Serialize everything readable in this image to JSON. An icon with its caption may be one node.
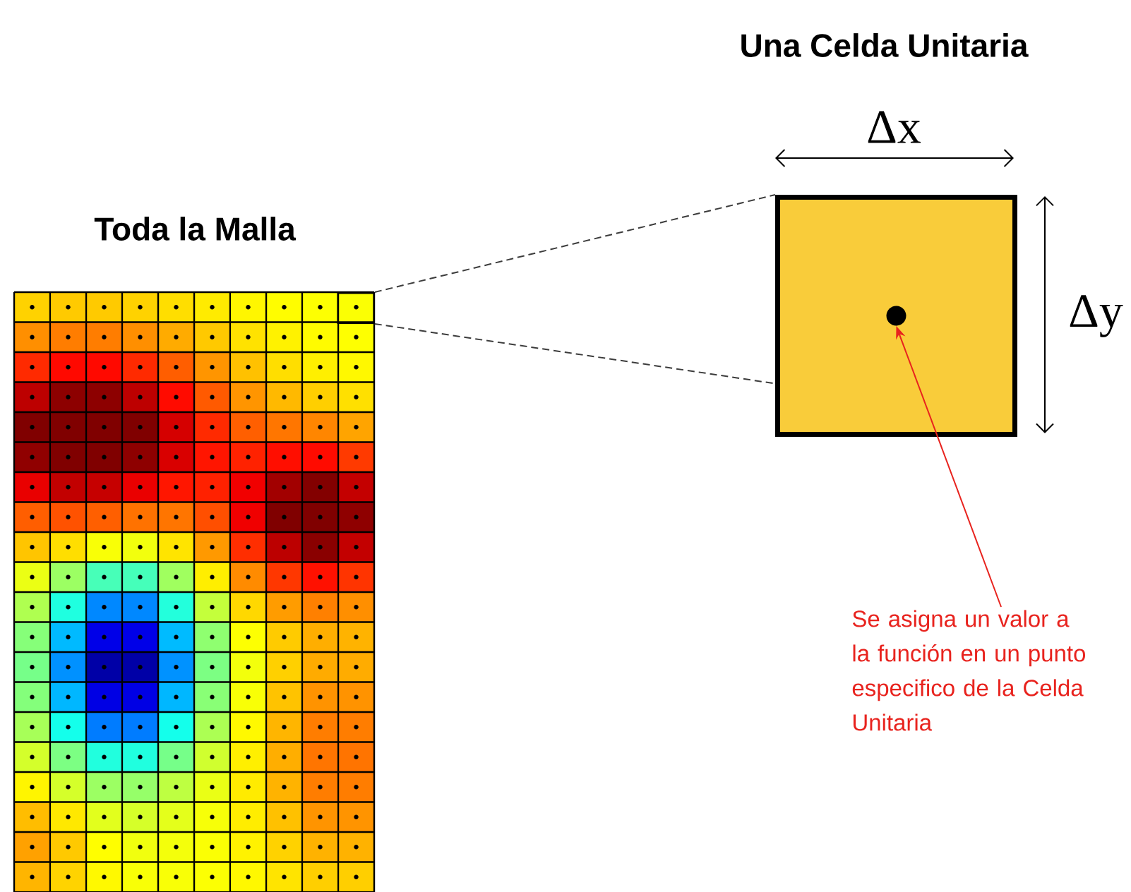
{
  "diagram": {
    "nodes": [
      {
        "text": [
          "Toda la Malla"
        ]
      },
      {
        "text": [],
        "shape": "box"
      },
      {
        "text": [],
        "shape": "circle",
        "in": 1
      },
      {
        "text": [
          "Se asigna un valor a la función en un punto especifico de la Celda Unitaria"
        ]
      },
      {
        "text": [],
        "shape": "box",
        "in": 0
      }
    ],
    "edges": [
      {
        "from": 4,
        "to": 1,
        "arrow": "none",
        "style": "dashed"
      },
      {
        "from": 4,
        "to": 1,
        "arrow": "none",
        "style": "dashed"
      },
      {
        "from": 3,
        "to": 2,
        "arrow": "to",
        "color": "#e8231e"
      }
    ],
    "labels": [
      "Una Celda Unitaria",
      "Δx",
      "Δy"
    ]
  }
}
